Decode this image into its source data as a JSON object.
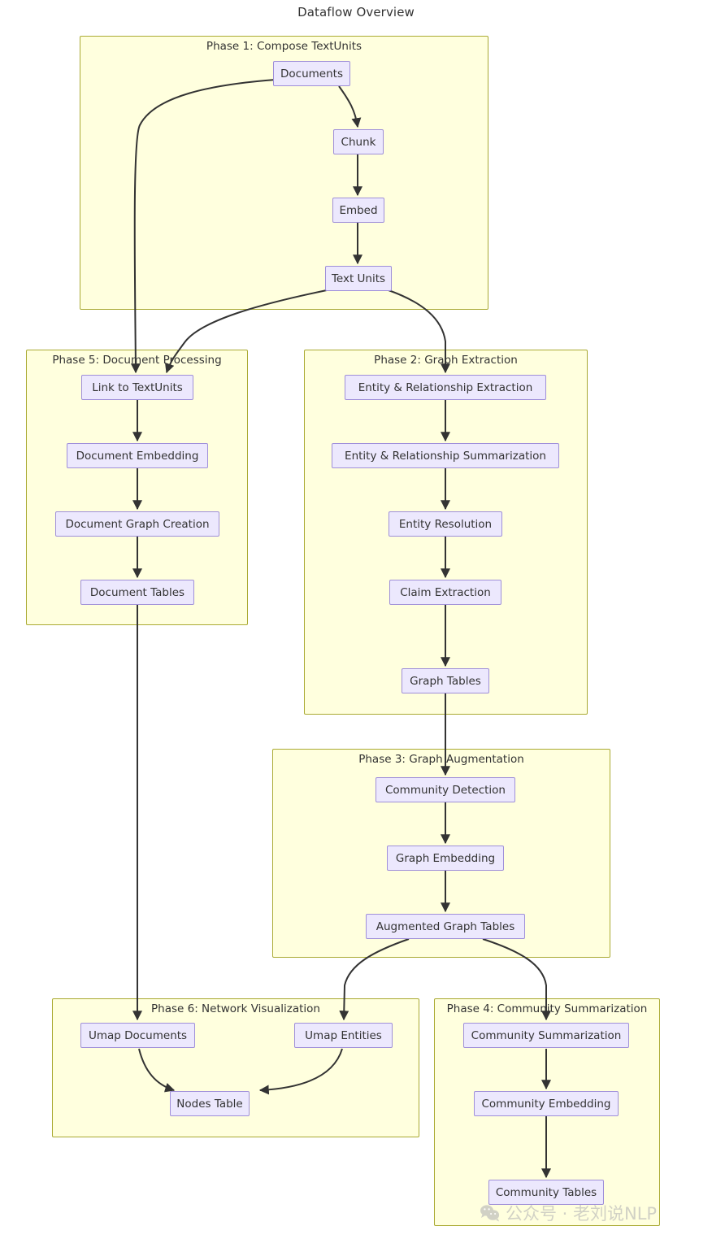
{
  "title": "Dataflow Overview",
  "theme": {
    "node_fill": "#ece8fd",
    "node_stroke": "#9f8fd9",
    "cluster_fill": "#ffffde",
    "cluster_stroke": "#aaaa33",
    "edge_color": "#333333",
    "text_color": "#333333",
    "page_bg": "#ffffff",
    "watermark_color": "#cfcfc4"
  },
  "chart_data": {
    "type": "diagram",
    "subtype": "flowchart-top-down",
    "title": "Dataflow Overview",
    "clusters": [
      {
        "id": "phase1",
        "label": "Phase 1: Compose TextUnits",
        "nodes": [
          "documents",
          "chunk",
          "embed",
          "text_units"
        ]
      },
      {
        "id": "phase5",
        "label": "Phase 5: Document Processing",
        "nodes": [
          "link_to_textunits",
          "document_embedding",
          "document_graph_creation",
          "document_tables"
        ]
      },
      {
        "id": "phase2",
        "label": "Phase 2: Graph Extraction",
        "nodes": [
          "entity_rel_extraction",
          "entity_rel_summarization",
          "entity_resolution",
          "claim_extraction",
          "graph_tables"
        ]
      },
      {
        "id": "phase3",
        "label": "Phase 3: Graph Augmentation",
        "nodes": [
          "community_detection",
          "graph_embedding",
          "augmented_graph_tables"
        ]
      },
      {
        "id": "phase6",
        "label": "Phase 6: Network Visualization",
        "nodes": [
          "umap_documents",
          "umap_entities",
          "nodes_table"
        ]
      },
      {
        "id": "phase4",
        "label": "Phase 4: Community Summarization",
        "nodes": [
          "community_summarization",
          "community_embedding",
          "community_tables"
        ]
      }
    ],
    "nodes": [
      {
        "id": "documents",
        "label": "Documents"
      },
      {
        "id": "chunk",
        "label": "Chunk"
      },
      {
        "id": "embed",
        "label": "Embed"
      },
      {
        "id": "text_units",
        "label": "Text Units"
      },
      {
        "id": "link_to_textunits",
        "label": "Link to TextUnits"
      },
      {
        "id": "document_embedding",
        "label": "Document Embedding"
      },
      {
        "id": "document_graph_creation",
        "label": "Document Graph Creation"
      },
      {
        "id": "document_tables",
        "label": "Document Tables"
      },
      {
        "id": "entity_rel_extraction",
        "label": "Entity & Relationship Extraction"
      },
      {
        "id": "entity_rel_summarization",
        "label": "Entity & Relationship Summarization"
      },
      {
        "id": "entity_resolution",
        "label": "Entity Resolution"
      },
      {
        "id": "claim_extraction",
        "label": "Claim Extraction"
      },
      {
        "id": "graph_tables",
        "label": "Graph Tables"
      },
      {
        "id": "community_detection",
        "label": "Community Detection"
      },
      {
        "id": "graph_embedding",
        "label": "Graph Embedding"
      },
      {
        "id": "augmented_graph_tables",
        "label": "Augmented Graph Tables"
      },
      {
        "id": "umap_documents",
        "label": "Umap Documents"
      },
      {
        "id": "umap_entities",
        "label": "Umap Entities"
      },
      {
        "id": "nodes_table",
        "label": "Nodes Table"
      },
      {
        "id": "community_summarization",
        "label": "Community Summarization"
      },
      {
        "id": "community_embedding",
        "label": "Community Embedding"
      },
      {
        "id": "community_tables",
        "label": "Community Tables"
      }
    ],
    "edges": [
      {
        "from": "documents",
        "to": "chunk"
      },
      {
        "from": "documents",
        "to": "link_to_textunits"
      },
      {
        "from": "chunk",
        "to": "embed"
      },
      {
        "from": "embed",
        "to": "text_units"
      },
      {
        "from": "text_units",
        "to": "link_to_textunits"
      },
      {
        "from": "text_units",
        "to": "entity_rel_extraction"
      },
      {
        "from": "link_to_textunits",
        "to": "document_embedding"
      },
      {
        "from": "document_embedding",
        "to": "document_graph_creation"
      },
      {
        "from": "document_graph_creation",
        "to": "document_tables"
      },
      {
        "from": "document_tables",
        "to": "umap_documents"
      },
      {
        "from": "entity_rel_extraction",
        "to": "entity_rel_summarization"
      },
      {
        "from": "entity_rel_summarization",
        "to": "entity_resolution"
      },
      {
        "from": "entity_resolution",
        "to": "claim_extraction"
      },
      {
        "from": "claim_extraction",
        "to": "graph_tables"
      },
      {
        "from": "graph_tables",
        "to": "community_detection"
      },
      {
        "from": "community_detection",
        "to": "graph_embedding"
      },
      {
        "from": "graph_embedding",
        "to": "augmented_graph_tables"
      },
      {
        "from": "augmented_graph_tables",
        "to": "umap_entities"
      },
      {
        "from": "augmented_graph_tables",
        "to": "community_summarization"
      },
      {
        "from": "umap_documents",
        "to": "nodes_table"
      },
      {
        "from": "umap_entities",
        "to": "nodes_table"
      },
      {
        "from": "community_summarization",
        "to": "community_embedding"
      },
      {
        "from": "community_embedding",
        "to": "community_tables"
      }
    ]
  },
  "watermark": {
    "icon": "wechat-icon",
    "text": "公众号 · 老刘说NLP"
  }
}
